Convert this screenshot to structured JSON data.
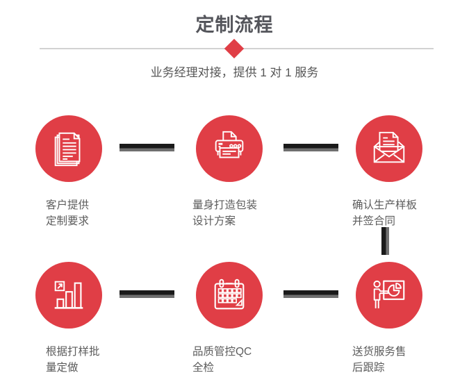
{
  "page_title": "定制流程",
  "subtitle": "业务经理对接，提供 1 对 1 服务",
  "colors": {
    "accent": "#E03E46",
    "connector-dark": "#1A1A1A",
    "connector-gray": "#6F6F6F",
    "divider": "#D2D2D2",
    "title-text": "#54555B",
    "label-text": "#5C5C5C"
  },
  "steps": [
    {
      "icon": "documents-stack-icon",
      "label_lines": [
        "客户提供",
        "定制要求"
      ]
    },
    {
      "icon": "printer-icon",
      "label_lines": [
        "量身打造包装",
        "设计方案"
      ]
    },
    {
      "icon": "envelope-letter-icon",
      "label_lines": [
        "确认生产样板",
        "并签合同"
      ]
    },
    {
      "icon": "growth-bar-chart-icon",
      "label_lines": [
        "根据打样批",
        "量定做"
      ]
    },
    {
      "icon": "calendar-icon",
      "label_lines": [
        "品质管控QC",
        "全检"
      ]
    },
    {
      "icon": "presenter-pie-board-icon",
      "label_lines": [
        "送货服务售",
        "后跟踪"
      ]
    }
  ]
}
